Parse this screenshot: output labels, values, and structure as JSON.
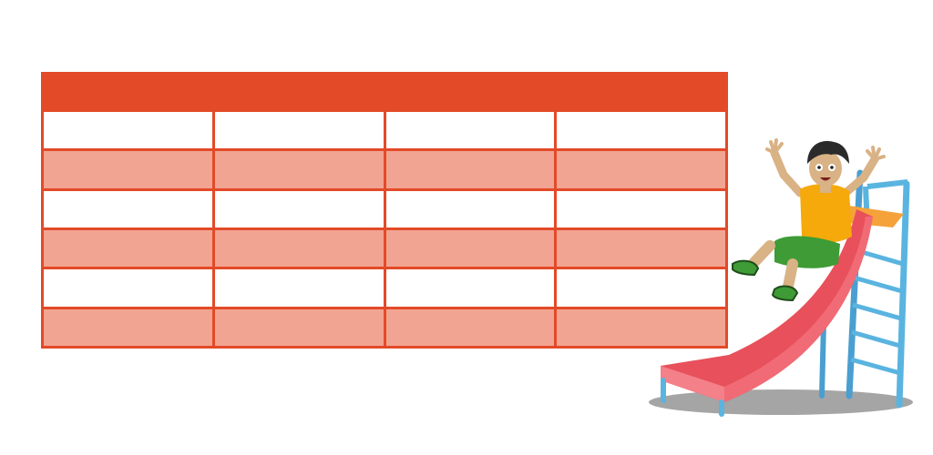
{
  "table": {
    "rows": 6,
    "columns": 4,
    "header_color": "#e34a27",
    "row_colors": [
      "#ffffff",
      "#f2a493"
    ],
    "cells": [
      [
        "",
        "",
        "",
        ""
      ],
      [
        "",
        "",
        "",
        ""
      ],
      [
        "",
        "",
        "",
        ""
      ],
      [
        "",
        "",
        "",
        ""
      ],
      [
        "",
        "",
        "",
        ""
      ],
      [
        "",
        "",
        "",
        ""
      ]
    ]
  },
  "illustration": {
    "subject": "child-on-slide",
    "colors": {
      "slide": "#e8505b",
      "ladder": "#5ab4e0",
      "shirt": "#f5a90a",
      "shorts": "#3e9b35",
      "shadow": "#a5a5a5"
    }
  }
}
